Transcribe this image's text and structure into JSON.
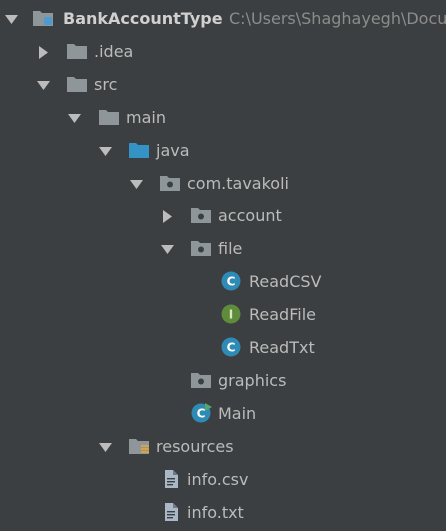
{
  "project_tree": {
    "root": {
      "label": "BankAccountType",
      "path": "C:\\Users\\Shaghayegh\\Docu"
    },
    "idea": {
      "label": ".idea"
    },
    "src": {
      "label": "src"
    },
    "main": {
      "label": "main"
    },
    "java": {
      "label": "java"
    },
    "package": {
      "label": "com.tavakoli"
    },
    "account": {
      "label": "account"
    },
    "file": {
      "label": "file"
    },
    "read_csv": {
      "label": "ReadCSV",
      "badge": "C"
    },
    "read_file": {
      "label": "ReadFile",
      "badge": "I"
    },
    "read_txt": {
      "label": "ReadTxt",
      "badge": "C"
    },
    "graphics": {
      "label": "graphics"
    },
    "main_class": {
      "label": "Main",
      "badge": "C"
    },
    "resources": {
      "label": "resources"
    },
    "info_csv": {
      "label": "info.csv"
    },
    "info_txt": {
      "label": "info.txt"
    }
  },
  "colors": {
    "background": "#3c3f41",
    "text": "#bbbbbb",
    "folder": "#8e9699",
    "source_folder": "#3592c4",
    "class_badge": "#2e8bb6",
    "interface_badge": "#5f8c3b"
  }
}
